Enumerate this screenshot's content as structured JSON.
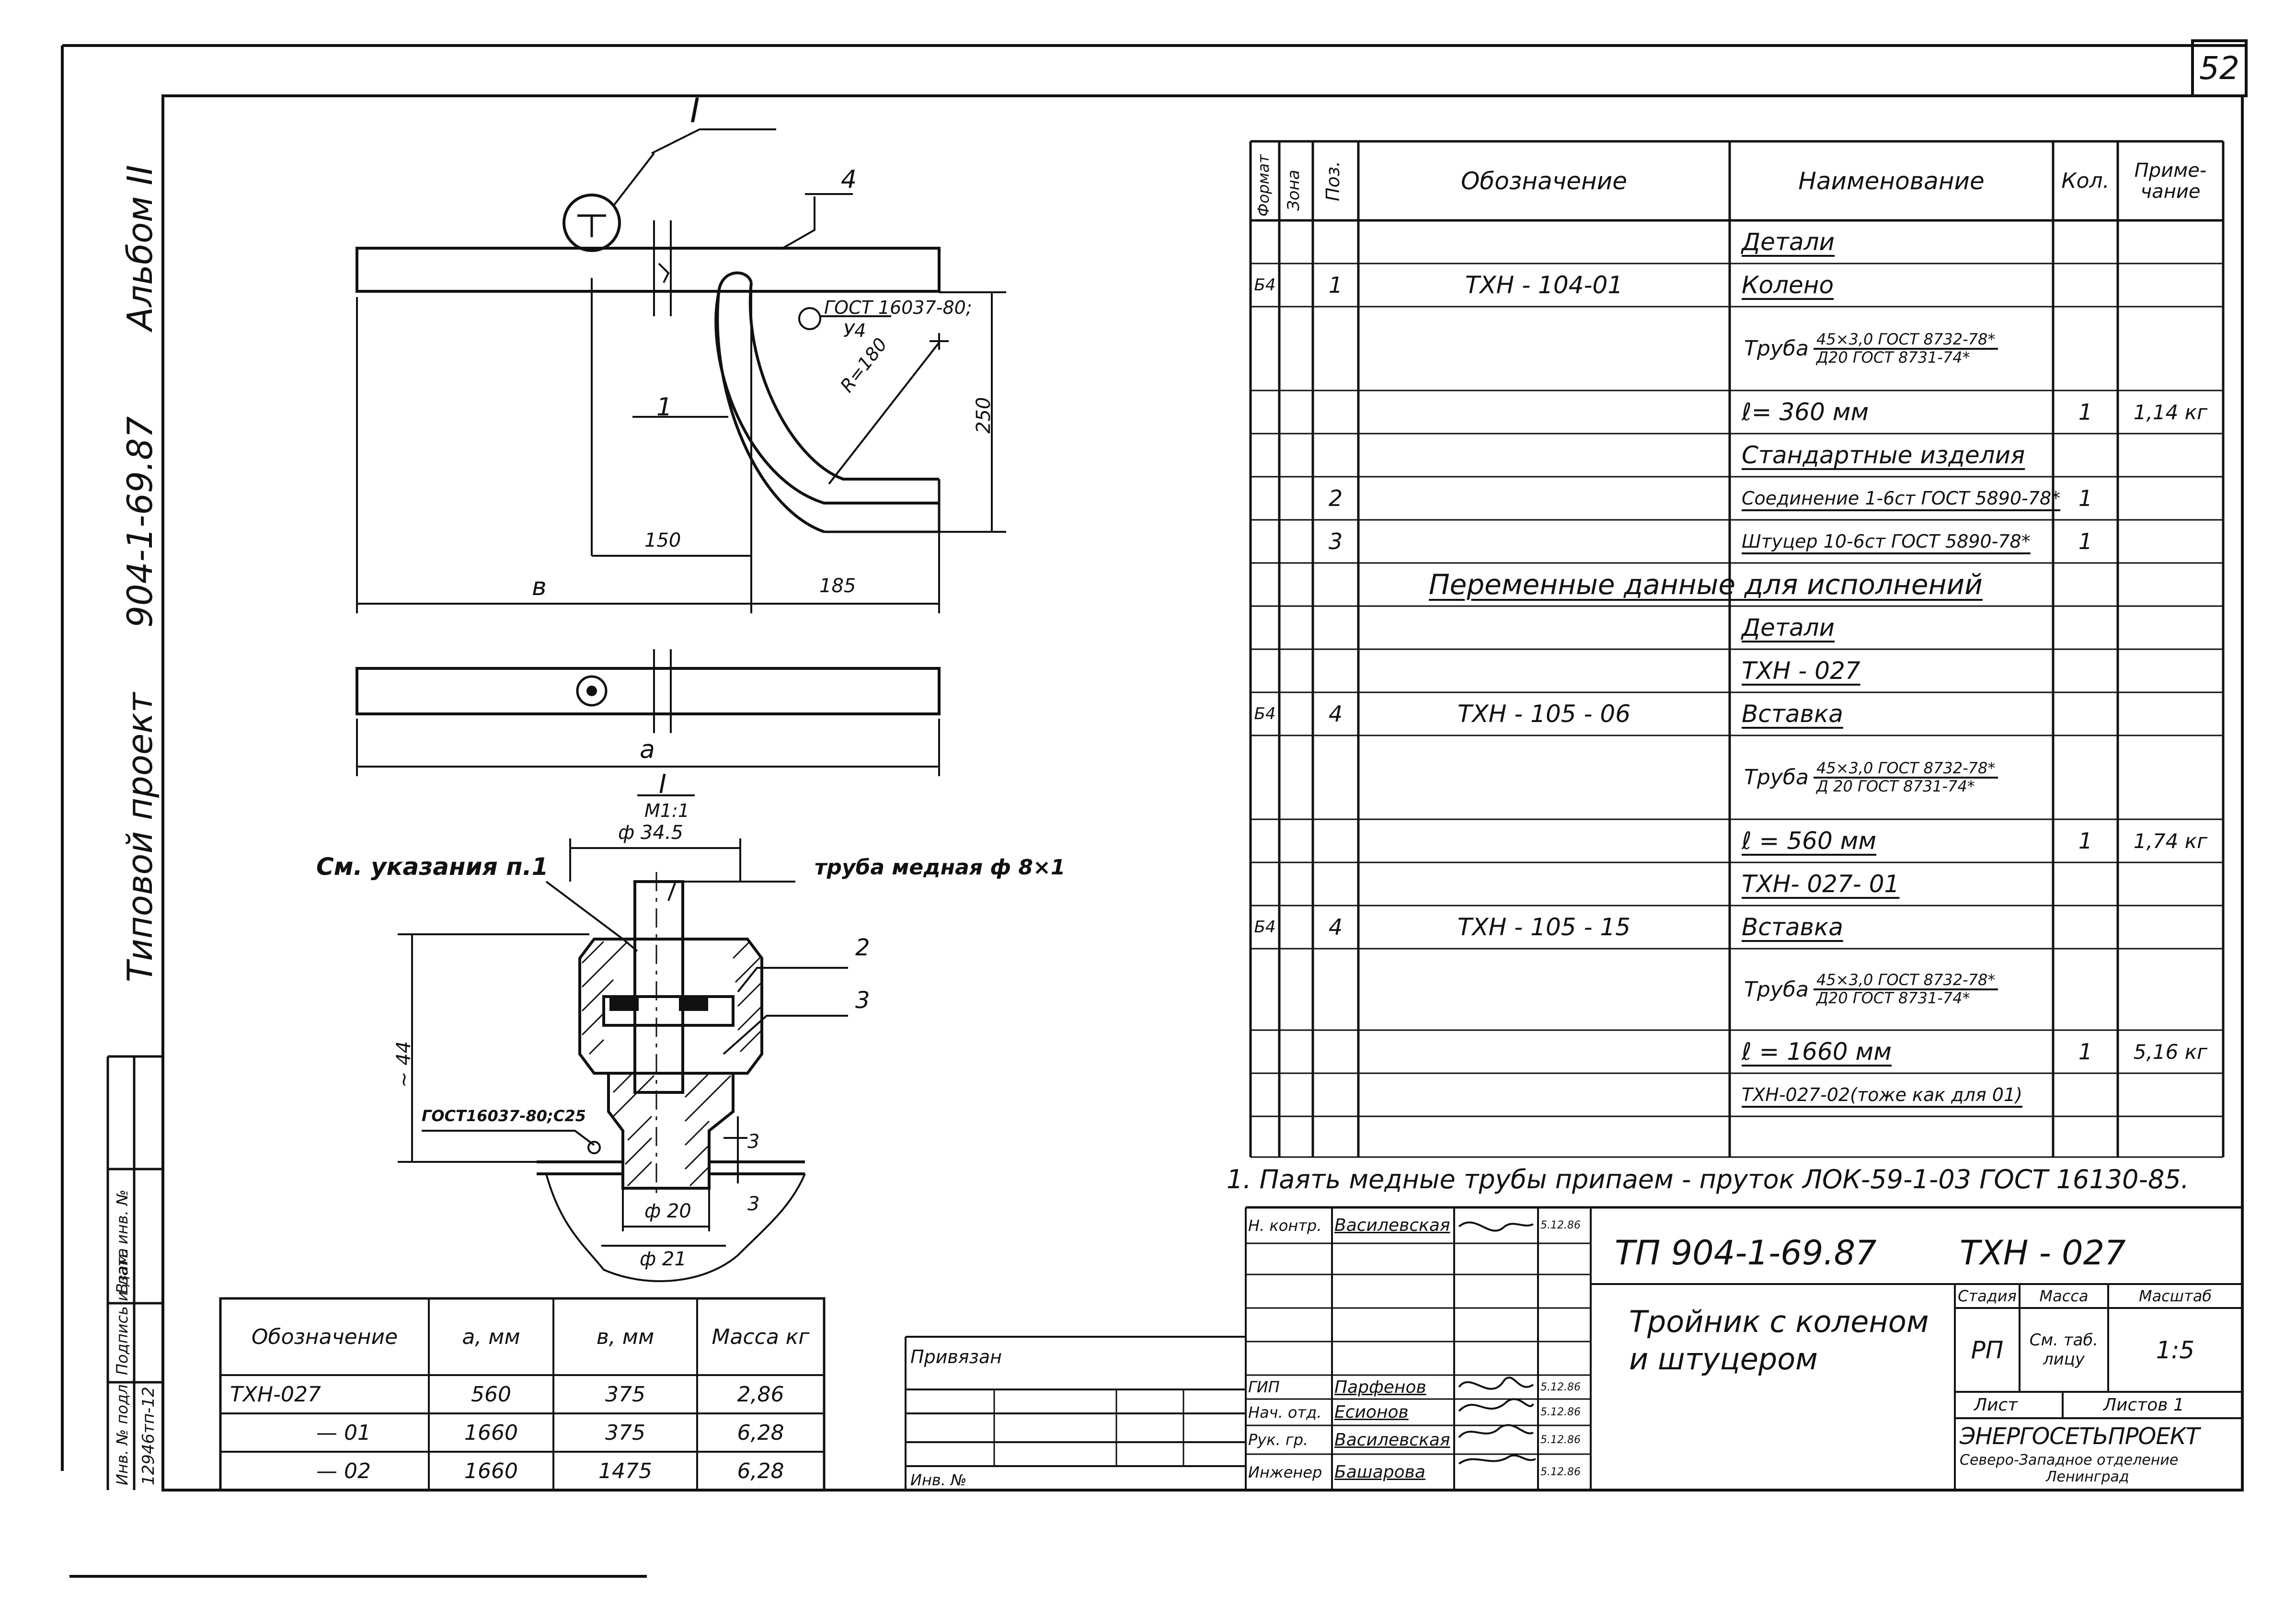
{
  "page_number": "52",
  "left_margin": {
    "album": "Альбом II",
    "project_code": "904-1-69.87",
    "project_type": "Типовой проект",
    "stamp_cols": [
      "Инв. № подл.",
      "Подпись и дата",
      "Взам. инв. №"
    ],
    "inv_number": "12946тп-12"
  },
  "drawing": {
    "callout_I": "I",
    "pos_4": "4",
    "pos_1": "1",
    "pos_2": "2",
    "pos_3": "3",
    "weld_note_1": "ГОСТ 16037-80;",
    "weld_note_1b": "У4",
    "radius": "R=180",
    "dim_250": "250",
    "dim_150": "150",
    "dim_185": "185",
    "dim_b": "в",
    "dim_a": "а",
    "detail_title": "I",
    "detail_scale": "М1:1",
    "dim_phi345": "ф 34.5",
    "note_see": "См. указания п.1",
    "note_tube": "труба медная ф 8×1",
    "dim_44": "~ 44",
    "weld_note_2": "ГОСТ16037-80;С25",
    "dim_3a": "3",
    "dim_3b": "3",
    "dim_phi20": "ф 20",
    "dim_phi21": "ф 21"
  },
  "variants_table": {
    "headers": [
      "Обозначение",
      "а, мм",
      "в, мм",
      "Масса кг"
    ],
    "rows": [
      [
        "ТХН-027",
        "560",
        "375",
        "2,86"
      ],
      [
        "— 01",
        "1660",
        "375",
        "6,28"
      ],
      [
        "— 02",
        "1660",
        "1475",
        "6,28"
      ]
    ]
  },
  "spec": {
    "headers": {
      "format": "Формат",
      "zone": "Зона",
      "pos": "Поз.",
      "designation": "Обозначение",
      "name": "Наименование",
      "qty": "Кол.",
      "note": "Приме-чание"
    },
    "rows": [
      {
        "format": "",
        "pos": "",
        "designation": "",
        "name": "Детали",
        "u": true,
        "qty": "",
        "note": ""
      },
      {
        "format": "Б4",
        "pos": "1",
        "designation": "ТХН - 104-01",
        "name": "Колено",
        "u": true,
        "qty": "",
        "note": ""
      },
      {
        "format": "",
        "pos": "",
        "designation": "",
        "tube_word": "Труба",
        "tube_num": "45×3,0 ГОСТ 8732-78*",
        "tube_den": "Д20 ГОСТ 8731-74*",
        "qty": "",
        "note": ""
      },
      {
        "format": "",
        "pos": "",
        "designation": "",
        "name": "ℓ= 360 мм",
        "qty": "1",
        "note": "1,14 кг"
      },
      {
        "format": "",
        "pos": "",
        "designation": "",
        "name": "Стандартные изделия",
        "u": true,
        "qty": "",
        "note": ""
      },
      {
        "format": "",
        "pos": "2",
        "designation": "",
        "name": "Соединение 1-6ст ГОСТ 5890-78*",
        "u": true,
        "qty": "1",
        "note": ""
      },
      {
        "format": "",
        "pos": "3",
        "designation": "",
        "name": "Штуцер 10-6ст ГОСТ 5890-78*",
        "u": true,
        "qty": "1",
        "note": ""
      },
      {
        "format": "",
        "pos": "",
        "designation": "",
        "span": "Переменные данные для исполнений",
        "qty": "",
        "note": ""
      },
      {
        "format": "",
        "pos": "",
        "designation": "",
        "name": "Детали",
        "u": true,
        "qty": "",
        "note": ""
      },
      {
        "format": "",
        "pos": "",
        "designation": "",
        "name": "ТХН - 027",
        "u": true,
        "qty": "",
        "note": ""
      },
      {
        "format": "Б4",
        "pos": "4",
        "designation": "ТХН - 105 - 06",
        "name": "Вставка",
        "u": true,
        "qty": "",
        "note": ""
      },
      {
        "format": "",
        "pos": "",
        "designation": "",
        "tube_word": "Труба",
        "tube_num": "45×3,0 ГОСТ 8732-78*",
        "tube_den": "Д 20 ГОСТ 8731-74*",
        "qty": "",
        "note": ""
      },
      {
        "format": "",
        "pos": "",
        "designation": "",
        "name": "ℓ = 560 мм",
        "u": true,
        "qty": "1",
        "note": "1,74 кг"
      },
      {
        "format": "",
        "pos": "",
        "designation": "",
        "name": "ТХН- 027- 01",
        "u": true,
        "qty": "",
        "note": ""
      },
      {
        "format": "Б4",
        "pos": "4",
        "designation": "ТХН - 105 - 15",
        "name": "Вставка",
        "u": true,
        "qty": "",
        "note": ""
      },
      {
        "format": "",
        "pos": "",
        "designation": "",
        "tube_word": "Труба",
        "tube_num": "45×3,0 ГОСТ 8732-78*",
        "tube_den": "Д20 ГОСТ 8731-74*",
        "qty": "",
        "note": ""
      },
      {
        "format": "",
        "pos": "",
        "designation": "",
        "name": "ℓ = 1660 мм",
        "u": true,
        "qty": "1",
        "note": "5,16 кг"
      },
      {
        "format": "",
        "pos": "",
        "designation": "",
        "name": "ТХН-027-02(тоже как для 01)",
        "u": true,
        "qty": "",
        "note": ""
      },
      {
        "format": "",
        "pos": "",
        "designation": "",
        "name": "",
        "qty": "",
        "note": ""
      }
    ]
  },
  "footnote": "1. Паять медные трубы припаем - пруток ЛОК-59-1-03 ГОСТ 16130-85.",
  "title_block": {
    "doc_code": "ТП 904-1-69.87",
    "sheet_code": "ТХН - 027",
    "title": "Тройник с коленом и штуцером",
    "stage_label": "Стадия",
    "mass_label": "Масса",
    "scale_label": "Масштаб",
    "stage": "РП",
    "mass": "См. таб. лицу",
    "scale": "1:5",
    "sheet_label": "Лист",
    "sheets_label": "Листов 1",
    "org": "ЭНЕРГОСЕТЬПРОЕКТ",
    "org_sub": "Северо-Западное отделение",
    "org_city": "Ленинград",
    "signers": [
      {
        "role": "Н. контр.",
        "name": "Василевская",
        "date": "5.12.86"
      },
      {
        "role": "",
        "name": "",
        "date": ""
      },
      {
        "role": "",
        "name": "",
        "date": ""
      },
      {
        "role": "",
        "name": "",
        "date": ""
      },
      {
        "role": "ГИП",
        "name": "Парфенов",
        "date": "5.12.86"
      },
      {
        "role": "Нач. отд.",
        "name": "Есионов",
        "date": "5.12.86"
      },
      {
        "role": "Рук. гр.",
        "name": "Василевская",
        "date": "5.12.86"
      },
      {
        "role": "Инженер",
        "name": "Башарова",
        "date": "5.12.86"
      }
    ],
    "bound_label": "Привязан",
    "inv_label": "Инв. №"
  }
}
